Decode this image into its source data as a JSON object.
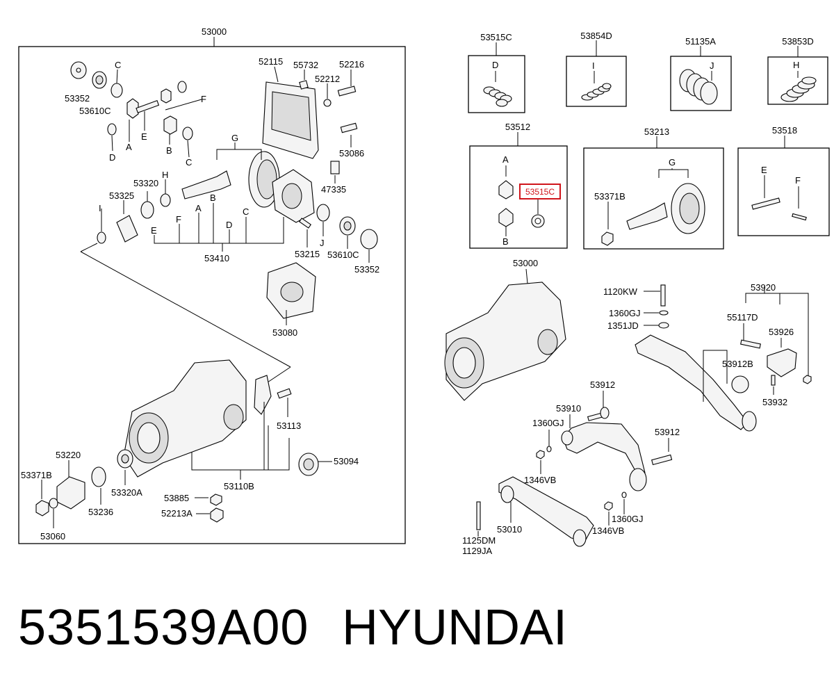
{
  "main_box": {
    "title": "53000",
    "labels": {
      "l53352a": "53352",
      "l53610Ca": "53610C",
      "lC1": "C",
      "lA1": "A",
      "lE1": "E",
      "lF1": "F",
      "lB1": "B",
      "lD1": "D",
      "lC2": "C",
      "l52115": "52115",
      "l55732": "55732",
      "l52216": "52216",
      "l52212": "52212",
      "l53086": "53086",
      "l47335": "47335",
      "lG": "G",
      "lH": "H",
      "l53320": "53320",
      "l53325": "53325",
      "lI": "I",
      "lB2": "B",
      "lA2": "A",
      "lC3": "C",
      "lD2": "D",
      "lE2": "E",
      "lF2": "F",
      "l53410": "53410",
      "l53215": "53215",
      "lJ": "J",
      "l53610Cb": "53610C",
      "l53352b": "53352",
      "l53080": "53080",
      "l53113": "53113",
      "l53094": "53094",
      "l53110B": "53110B",
      "l53220": "53220",
      "l53371B": "53371B",
      "l53236": "53236",
      "l53320A": "53320A",
      "l53060": "53060",
      "l53885": "53885",
      "l52213A": "52213A"
    }
  },
  "kit_boxes": {
    "b53515C": {
      "title": "53515C",
      "letter": "D"
    },
    "b53854D": {
      "title": "53854D",
      "letter": "I"
    },
    "b51135A": {
      "title": "51135A",
      "letter": "J"
    },
    "b53853D": {
      "title": "53853D",
      "letter": "H"
    },
    "b53512": {
      "title": "53512",
      "letter_a": "A",
      "letter_b": "B",
      "highlight": "53515C"
    },
    "b53213": {
      "title": "53213",
      "letter": "G",
      "part": "53371B"
    },
    "b53518": {
      "title": "53518",
      "letter_e": "E",
      "letter_f": "F"
    }
  },
  "right_lower": {
    "l53000": "53000",
    "l1120KW": "1120KW",
    "l1360GJa": "1360GJ",
    "l1351JD": "1351JD",
    "l53920": "53920",
    "l55117D": "55117D",
    "l53926": "53926",
    "l53912Ba": "53912B",
    "l53932": "53932",
    "l53912a": "53912",
    "l53910": "53910",
    "l1360GJb": "1360GJ",
    "l53912b": "53912",
    "l1346VBa": "1346VB",
    "l53010": "53010",
    "l1360GJc": "1360GJ",
    "l1346VBb": "1346VB",
    "l1125DM": "1125DM",
    "l1129JA": "1129JA"
  },
  "footer": {
    "part_number": "5351539A00",
    "brand": "HYUNDAI"
  },
  "colors": {
    "highlight": "#d0141b",
    "line": "#000000",
    "background": "#ffffff"
  }
}
